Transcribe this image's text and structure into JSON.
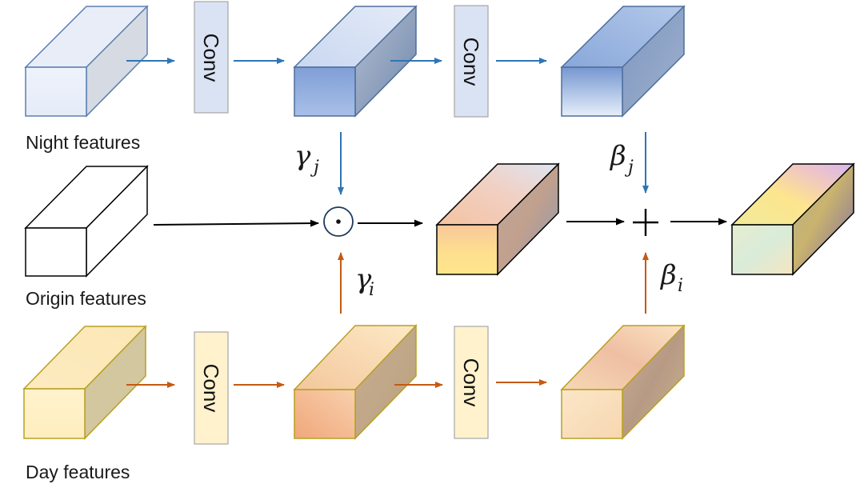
{
  "labels": {
    "night": "Night features",
    "origin": "Origin features",
    "day": "Day features"
  },
  "conv": [
    "Conv",
    "Conv",
    "Conv",
    "Conv"
  ],
  "math": {
    "gamma": "γ",
    "beta": "β",
    "sub_j": "j",
    "sub_i": "i",
    "plus": "+",
    "dot": "·"
  },
  "colors": {
    "night_arrow": "#2e75b6",
    "day_arrow": "#c55a11",
    "black_arrow": "#000000",
    "night_outline": "#5b7fb0",
    "day_outline": "#b8a023",
    "conv_night_fill": "#dae3f3",
    "conv_day_fill": "#fff2cc"
  }
}
